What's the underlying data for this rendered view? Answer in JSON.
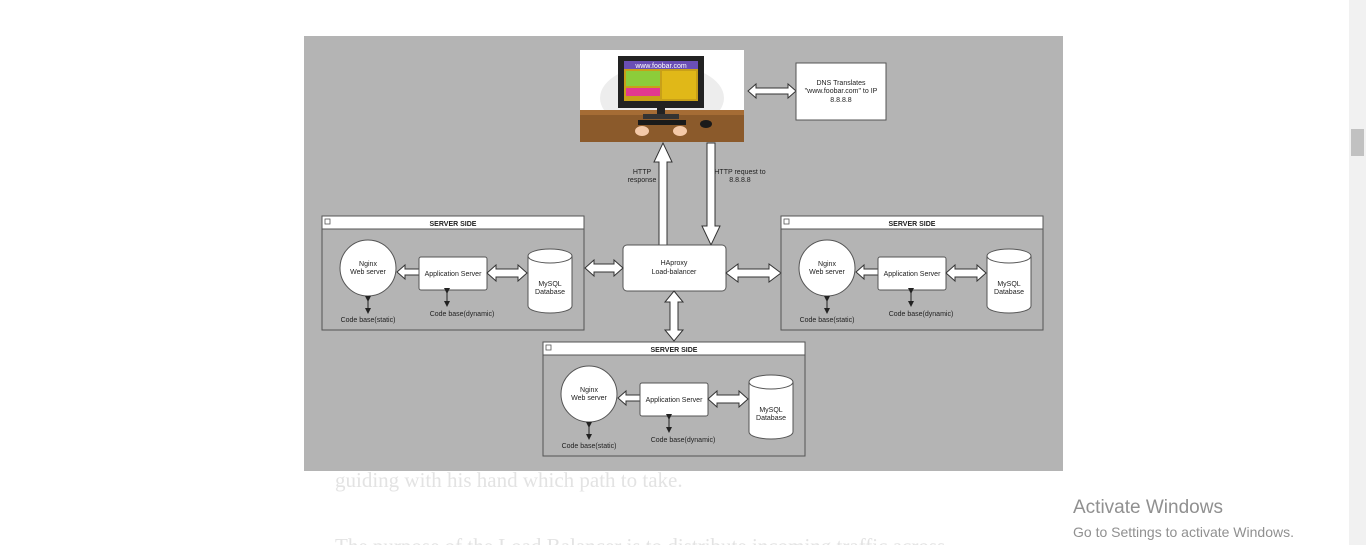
{
  "article": {
    "line1": "guiding with his hand which path to take.",
    "line2": "The purpose of the Load Balancer is to distribute incoming traffic across"
  },
  "diagram": {
    "monitor_url": "www.foobar.com",
    "dns": {
      "line1": "DNS  Translates",
      "line2": "\"www.foobar.com\" to  IP",
      "line3": "8.8.8.8"
    },
    "http_response": {
      "line1": "HTTP",
      "line2": "response"
    },
    "http_request": {
      "line1": "HTTP request to",
      "line2": "8.8.8.8"
    },
    "load_balancer": {
      "line1": "HAproxy",
      "line2": "Load-balancer"
    },
    "server_blocks": [
      {
        "title": "SERVER SIDE",
        "nginx": {
          "line1": "Nginx",
          "line2": "Web server"
        },
        "app_server": "Application Server",
        "db": {
          "line1": "MySQL",
          "line2": "Database"
        },
        "code_static": "Code base(static)",
        "code_dynamic": "Code base(dynamic)"
      },
      {
        "title": "SERVER SIDE",
        "nginx": {
          "line1": "Nginx",
          "line2": "Web server"
        },
        "app_server": "Application Server",
        "db": {
          "line1": "MySQL",
          "line2": "Database"
        },
        "code_static": "Code base(static)",
        "code_dynamic": "Code base(dynamic)"
      },
      {
        "title": "SERVER SIDE",
        "nginx": {
          "line1": "Nginx",
          "line2": "Web server"
        },
        "app_server": "Application Server",
        "db": {
          "line1": "MySQL",
          "line2": "Database"
        },
        "code_static": "Code base(static)",
        "code_dynamic": "Code base(dynamic)"
      }
    ]
  },
  "watermark": {
    "title": "Activate Windows",
    "subtitle": "Go to Settings to activate Windows."
  }
}
